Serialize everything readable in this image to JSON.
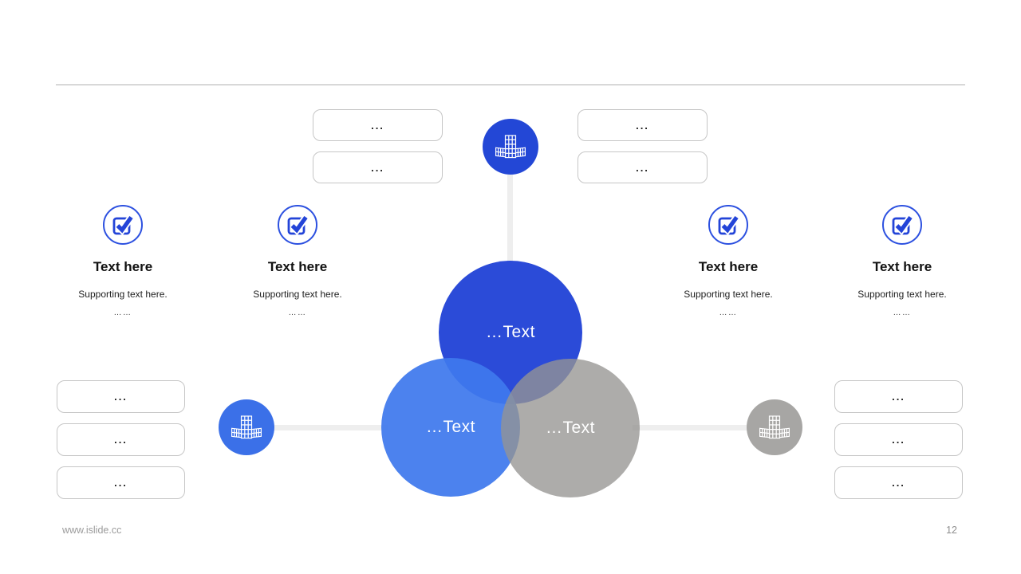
{
  "footer": {
    "site": "www.islide.cc",
    "page": "12"
  },
  "colors": {
    "accent_blue_dark": "#2347d6",
    "venn_top_blue": "#2b4bd8",
    "venn_left_blue": "#3e78ed",
    "venn_gray": "#969592",
    "node_medium_blue": "#3b70e8",
    "node_gray": "#a7a6a4",
    "check_icon_blue": "#2d51e0",
    "connector_gray": "#eeeeee",
    "box_border_gray": "#c6c6c6",
    "divider_gray": "#b0b0b0"
  },
  "icons": {
    "node_icon": "office-building",
    "feature_icon": "checked-checkbox"
  },
  "venn": {
    "top": {
      "label": "…Text"
    },
    "left": {
      "label": "…Text"
    },
    "right": {
      "label": "…Text"
    }
  },
  "features": [
    {
      "title": "Text here",
      "supporting": "Supporting text here.",
      "dots": "……"
    },
    {
      "title": "Text here",
      "supporting": "Supporting text here.",
      "dots": "……"
    },
    {
      "title": "Text here",
      "supporting": "Supporting text here.",
      "dots": "……"
    },
    {
      "title": "Text here",
      "supporting": "Supporting text here.",
      "dots": "……"
    }
  ],
  "boxes": {
    "top_left": [
      "...",
      "..."
    ],
    "top_right": [
      "...",
      "..."
    ],
    "left": [
      "...",
      "...",
      "..."
    ],
    "right": [
      "...",
      "...",
      "..."
    ]
  }
}
